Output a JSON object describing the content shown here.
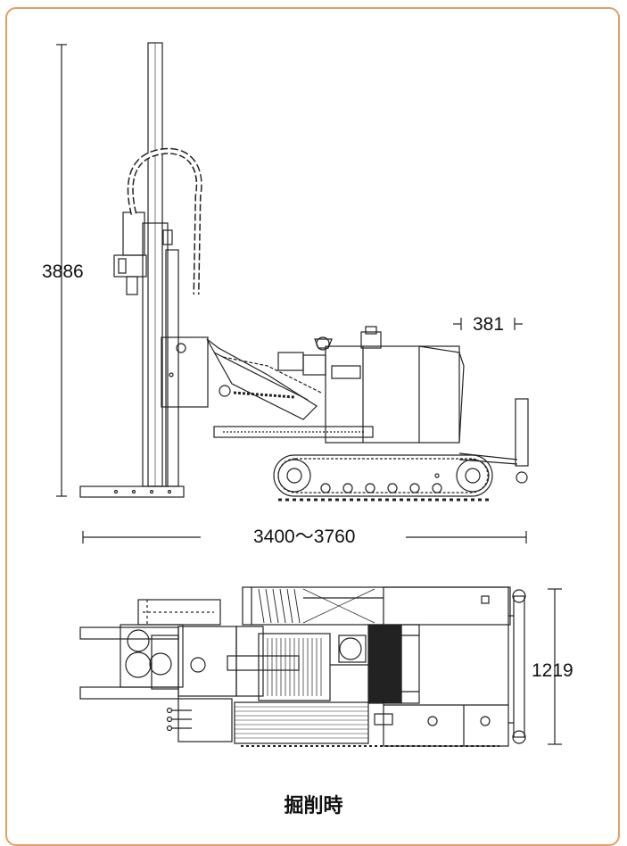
{
  "dimensions": {
    "height": "3886",
    "offset": "381",
    "length": "3400～3760",
    "width": "1219"
  },
  "caption": "掘削時",
  "colors": {
    "frame": "#e0a060",
    "line": "#222222"
  }
}
